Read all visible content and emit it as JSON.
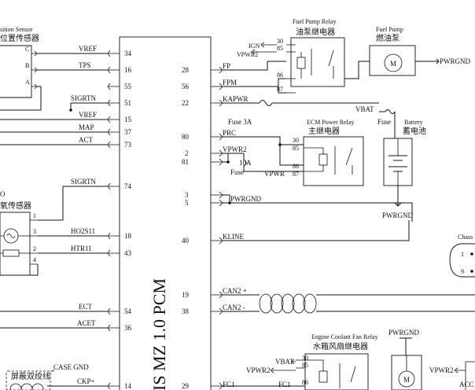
{
  "ecm": {
    "title": "IS MZ 1.0 PCM",
    "left_pins": [
      "34",
      "16",
      "55",
      "51",
      "15",
      "37",
      "73",
      "74",
      "18",
      "43",
      "54",
      "36",
      "14"
    ],
    "right_pins": [
      "28",
      "56",
      "22",
      "80",
      "2",
      "81",
      "3",
      "5",
      "40",
      "19",
      "38",
      "29"
    ]
  },
  "left_signals": {
    "vref1": "VREF",
    "tps": "TPS",
    "sigrtn1": "SIGRTN",
    "vref2": "VREF",
    "map": "MAP",
    "act": "ACT",
    "sigrtn2": "SIGRTN",
    "ho2s11": "HO2S11",
    "htr11": "HTR11",
    "ect": "ECT",
    "acet": "ACET",
    "case_gnd": "CASE GND",
    "ckp_plus": "CKP+"
  },
  "tps_sensor": {
    "label_en": "sition Sensor",
    "label_zh": "位置传感器",
    "pins": [
      "C",
      "B",
      "A"
    ]
  },
  "o2_sensor": {
    "label_en": "O",
    "label_zh": "氧传感器",
    "pins": [
      "1",
      "3",
      "2",
      "4"
    ]
  },
  "shield": {
    "label_zh": "屏蔽双绞线"
  },
  "right_signals": {
    "fp": "FP",
    "fpm": "FPM",
    "kapwr": "KAPWR",
    "prc": "PRC",
    "vpwr2": "VPWR2",
    "pwrgnd": "PWRGND",
    "kline": "KLINE",
    "can2p": "CAN2 +",
    "can2n": "CAN2 -",
    "fc1": "FC1",
    "fc1b": "FC1"
  },
  "fuel_pump_relay": {
    "label_en": "Fuel Pump Relay",
    "label_zh": "油泵继电器",
    "ign": "IGN",
    "vpwr2": "VPWR2",
    "pins": [
      "30",
      "85",
      "86",
      "87"
    ]
  },
  "fuel_pump": {
    "label_en": "Fuel Pump",
    "label_zh": "燃油泵",
    "motor": "M",
    "gnd": "PWRGND"
  },
  "fuse3a": {
    "label": "Fuse 3A"
  },
  "fuse10a": {
    "line1": "10A",
    "line2": "Fuse"
  },
  "ecm_relay": {
    "label_en": "ECM Power Relay",
    "label_zh": "主继电器",
    "pins": [
      "30",
      "85",
      "86",
      "87"
    ],
    "vpwr": "VPWR"
  },
  "battery": {
    "vbat": "VBAT",
    "fuse": "Fuse",
    "label_en": "Battery",
    "label_zh": "蓄电池",
    "gnd": "PWRGND"
  },
  "chassis": {
    "label": "Chass",
    "pins": [
      "1",
      "9"
    ]
  },
  "fan_relay": {
    "label_en": "Engine Coolant Fan Relay",
    "label_zh": "水箱风扇继电器",
    "vbat": "VBAT",
    "vpwr2": "VPWR2",
    "pins": [
      "30",
      "85",
      "86"
    ],
    "pwrgnd": "PWRGND",
    "motor": "M",
    "vpwr2_right": "VPWR2",
    "acc": "ACC"
  }
}
